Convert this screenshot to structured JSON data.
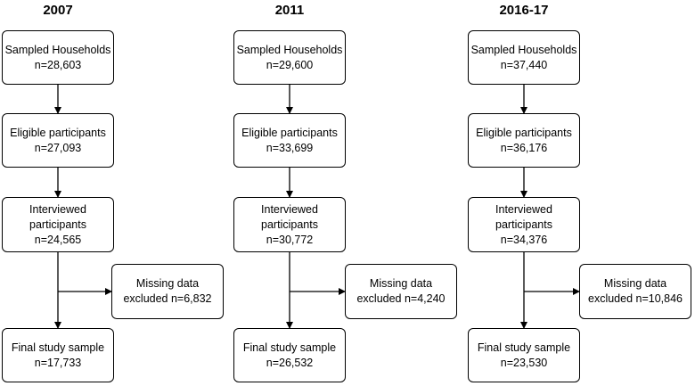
{
  "columns": [
    {
      "title": "2007",
      "sampled": {
        "label": "Sampled Households",
        "n": "n=28,603"
      },
      "eligible": {
        "label": "Eligible participants",
        "n": "n=27,093"
      },
      "interviewed": {
        "label1": "Interviewed",
        "label2": "participants",
        "n": "n=24,565"
      },
      "missing": {
        "label": "Missing data",
        "n": "excluded n=6,832"
      },
      "final": {
        "label": "Final study sample",
        "n": "n=17,733"
      }
    },
    {
      "title": "2011",
      "sampled": {
        "label": "Sampled Households",
        "n": "n=29,600"
      },
      "eligible": {
        "label": "Eligible participants",
        "n": "n=33,699"
      },
      "interviewed": {
        "label1": "Interviewed",
        "label2": "participants",
        "n": "n=30,772"
      },
      "missing": {
        "label": "Missing data",
        "n": "excluded n=4,240"
      },
      "final": {
        "label": "Final study sample",
        "n": "n=26,532"
      }
    },
    {
      "title": "2016-17",
      "sampled": {
        "label": "Sampled Households",
        "n": "n=37,440"
      },
      "eligible": {
        "label": "Eligible participants",
        "n": "n=36,176"
      },
      "interviewed": {
        "label1": "Interviewed",
        "label2": "participants",
        "n": "n=34,376"
      },
      "missing": {
        "label": "Missing data",
        "n": "excluded n=10,846"
      },
      "final": {
        "label": "Final study sample",
        "n": "n=23,530"
      }
    }
  ]
}
